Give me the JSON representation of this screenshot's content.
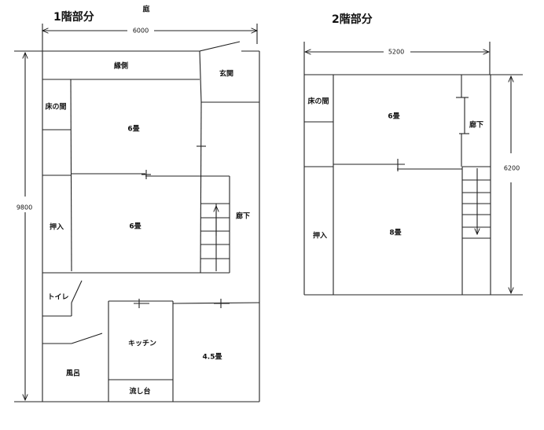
{
  "floor1": {
    "title": "1階部分",
    "garden_label": "庭",
    "width_dim": "6000",
    "height_dim": "9800",
    "rooms": {
      "engawa": "縁側",
      "genkan": "玄関",
      "tokonoma": "床の間",
      "room_upper": "6畳",
      "oshiire": "押入",
      "room_lower": "6畳",
      "corridor": "廊下",
      "toilet": "トイレ",
      "kitchen": "キッチン",
      "room_45": "4.5畳",
      "bath": "風呂",
      "sink": "流し台"
    }
  },
  "floor2": {
    "title": "2階部分",
    "width_dim": "5200",
    "height_dim": "6200",
    "rooms": {
      "tokonoma": "床の間",
      "room_6": "6畳",
      "corridor": "廊下",
      "oshiire": "押入",
      "room_8": "8畳"
    }
  }
}
